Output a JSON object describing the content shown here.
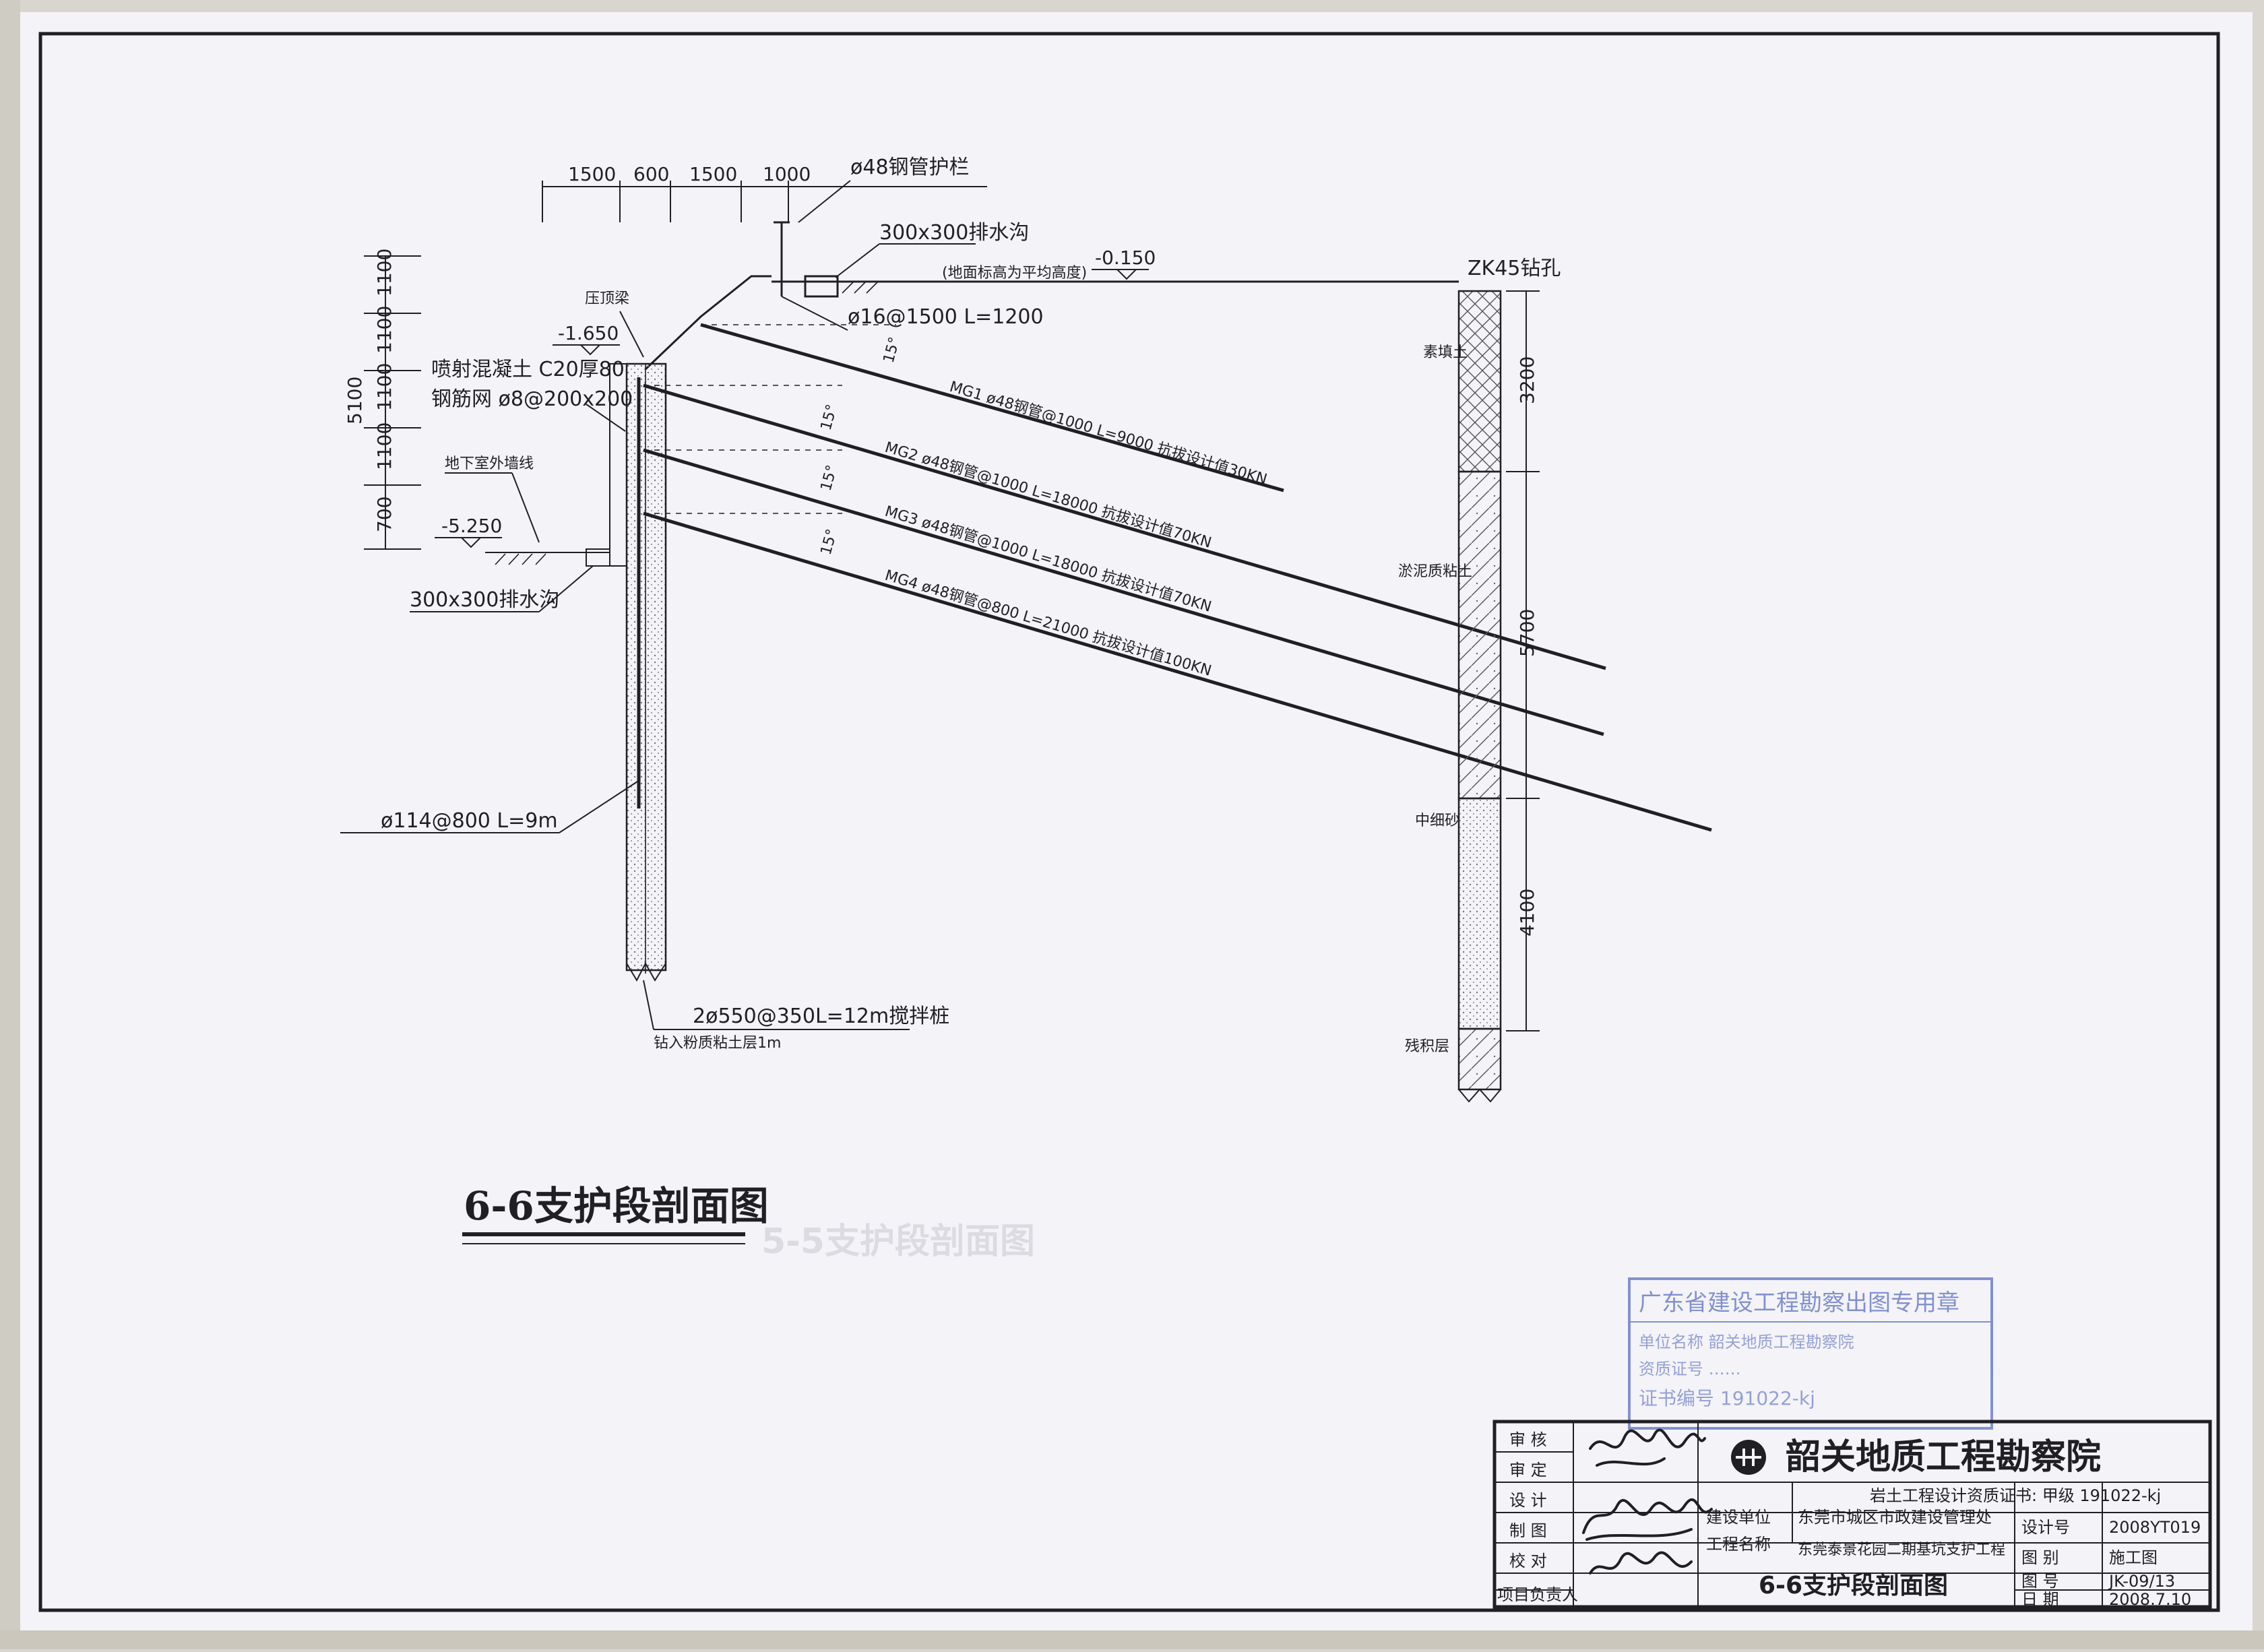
{
  "drawing": {
    "title": "6-6支护段剖面图",
    "ghost_title": "5-5支护段剖面图",
    "top_dims": [
      "1500",
      "600",
      "1500",
      "1000"
    ],
    "left_dims": [
      "1100",
      "1100",
      "1100",
      "1100",
      "700"
    ],
    "left_total": "5100",
    "labels": {
      "rail": "ø48钢管护栏",
      "top_ditch": "300x300排水沟",
      "ground_note": "(地面标高为平均高度)",
      "ground_level": "-0.150",
      "top_bolt": "ø16@1500  L=1200",
      "cap_beam": "压顶梁",
      "level_top": "-1.650",
      "shotcrete_a": "喷射混凝土 C20厚80",
      "shotcrete_b": "钢筋网  ø8@200x200",
      "basement_line": "地下室外墙线",
      "level_bottom": "-5.250",
      "bottom_ditch": "300x300排水沟",
      "micropile": "ø114@800  L=9m",
      "mixing_pile": "2ø550@350L=12m搅拌桩",
      "mixing_pile_note": "钻入粉质粘土层1m",
      "angle": "15°"
    },
    "nails": [
      {
        "text": "MG1  ø48钢管@1000  L=9000  抗拔设计值30KN"
      },
      {
        "text": "MG2  ø48钢管@1000  L=18000  抗拔设计值70KN"
      },
      {
        "text": "MG3  ø48钢管@1000  L=18000  抗拔设计值70KN"
      },
      {
        "text": "MG4  ø48钢管@800  L=21000  抗拔设计值100KN"
      }
    ],
    "borehole": {
      "id": "ZK45钻孔",
      "layers": [
        {
          "name": "素填土",
          "thickness": "3200"
        },
        {
          "name": "淤泥质粘土",
          "thickness": "5700"
        },
        {
          "name": "中细砂",
          "thickness": "4100"
        },
        {
          "name": "残积层",
          "thickness": ""
        }
      ]
    }
  },
  "stamp": {
    "title": "广东省建设工程勘察出图专用章",
    "line1": "单位名称  韶关地质工程勘察院",
    "line2": "资质证号  ……",
    "line3": "证书编号  191022-kj"
  },
  "title_block": {
    "company": "韶关地质工程勘察院",
    "cert": "岩土工程设计资质证书: 甲级 191022-kj",
    "roles": [
      "审 核",
      "审 定",
      "设 计",
      "制 图",
      "校 对",
      "项目负责人"
    ],
    "client_label": "建设单位",
    "client": "东莞市城区市政建设管理处",
    "project_label": "工程名称",
    "project": "东莞泰景花园二期基坑支护工程",
    "sheet_title": "6-6支护段剖面图",
    "meta": [
      {
        "label": "设计号",
        "value": "2008YT019"
      },
      {
        "label": "图 别",
        "value": "施工图"
      },
      {
        "label": "图 号",
        "value": "JK-09/13"
      },
      {
        "label": "日 期",
        "value": "2008.7.10"
      }
    ]
  },
  "colors": {
    "paper": "#f3f3f8",
    "ink": "#1f1f24",
    "stamp": "#6f7fc9"
  }
}
